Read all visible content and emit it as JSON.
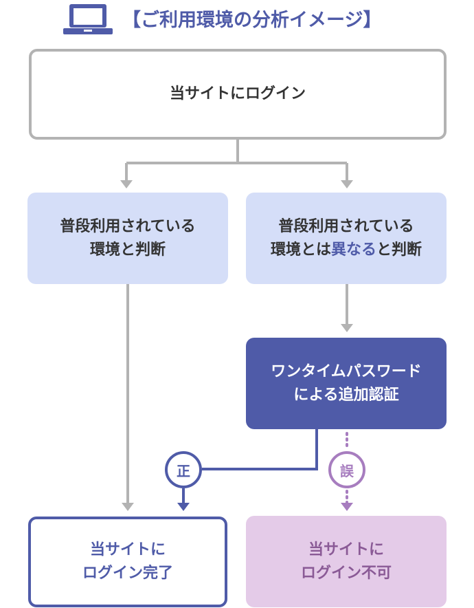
{
  "header": {
    "title": "【ご利用環境の分析イメージ】",
    "icon": "laptop-icon"
  },
  "flow": {
    "start": {
      "text": "当サイトにログイン"
    },
    "usual_env": {
      "line1": "普段利用されている",
      "line2": "環境と判断"
    },
    "unusual_env": {
      "line1": "普段利用されている",
      "line2_before": "環境とは",
      "line2_accent": "異なる",
      "line2_after": "と判断"
    },
    "otp": {
      "line1": "ワンタイムパスワード",
      "line2": "による追加認証"
    },
    "complete": {
      "line1": "当サイトに",
      "line2": "ログイン完了"
    },
    "fail": {
      "line1": "当サイトに",
      "line2": "ログイン不可"
    },
    "badges": {
      "correct": "正",
      "wrong": "誤"
    }
  },
  "colors": {
    "primary": "#4f5ba8",
    "light_blue": "#d5def8",
    "light_purple": "#e4cbe8",
    "purple": "#a77dbf",
    "gray": "#b3b3b3",
    "text": "#333333"
  }
}
